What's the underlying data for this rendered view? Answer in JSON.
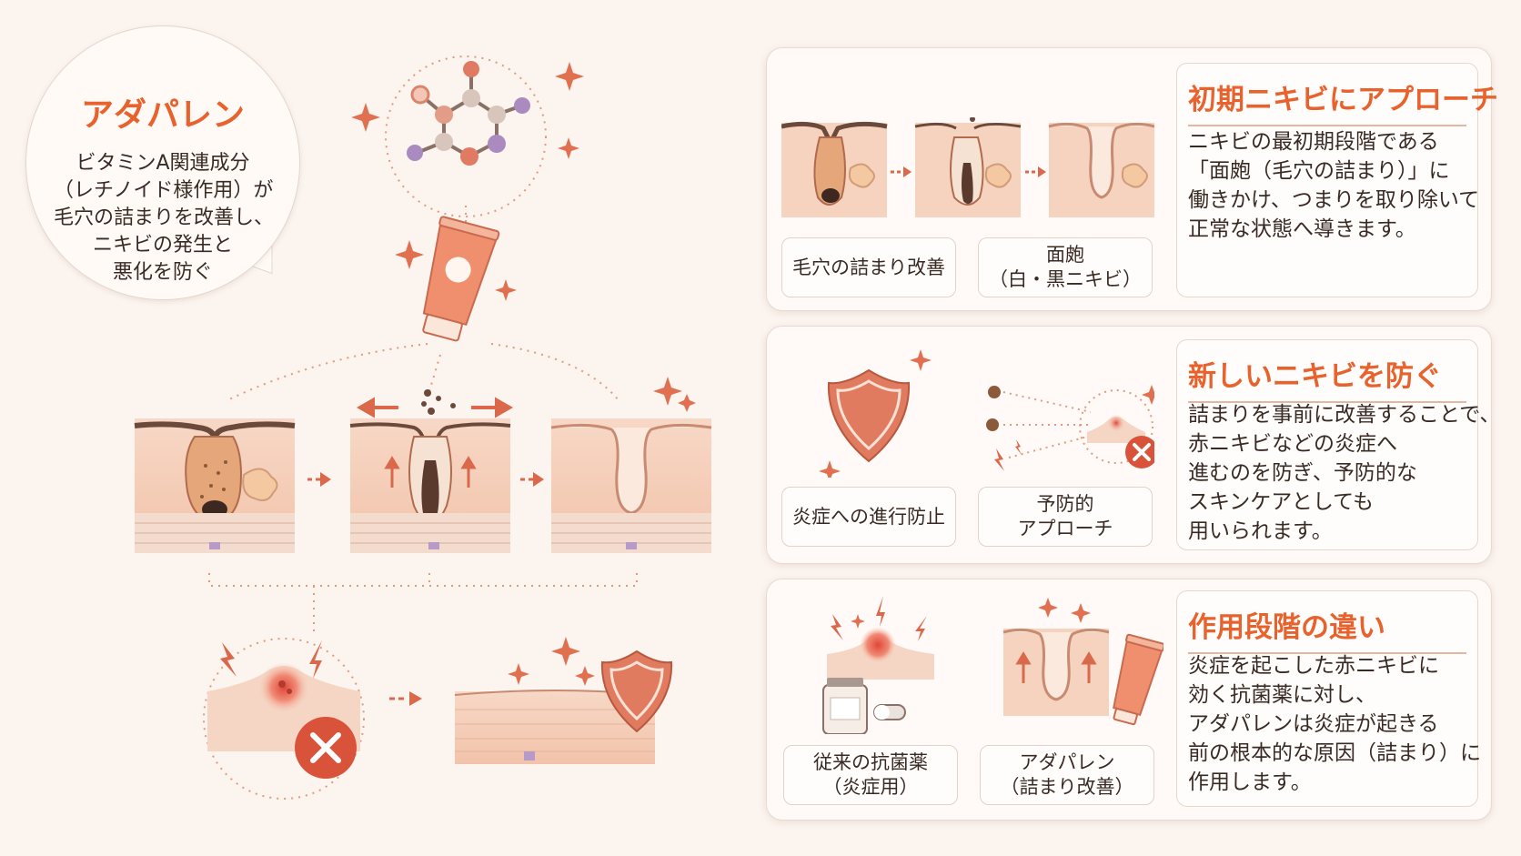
{
  "bubble": {
    "title": "アダパレン",
    "lines": [
      "ビタミンA関連成分",
      "（レチノイド様作用）が",
      "毛穴の詰まりを改善し、",
      "ニキビの発生と",
      "悪化を防ぐ"
    ]
  },
  "panels": [
    {
      "title": "初期ニキビにアプローチ",
      "body": [
        "ニキビの最初期段階である",
        "「面皰（毛穴の詰まり）」に",
        "働きかけ、つまりを取り除いて",
        "正常な状態へ導きます。"
      ],
      "labels": [
        {
          "lines": [
            "毛穴の詰まり改善"
          ]
        },
        {
          "lines": [
            "面皰",
            "（白・黒ニキビ）"
          ]
        }
      ]
    },
    {
      "title": "新しいニキビを防ぐ",
      "body": [
        "詰まりを事前に改善することで、",
        "赤ニキビなどの炎症へ",
        "進むのを防ぎ、予防的な",
        "スキンケアとしても",
        "用いられます。"
      ],
      "labels": [
        {
          "lines": [
            "炎症への進行防止"
          ]
        },
        {
          "lines": [
            "予防的",
            "アプローチ"
          ]
        }
      ]
    },
    {
      "title": "作用段階の違い",
      "body": [
        "炎症を起こした赤ニキビに",
        "効く抗菌薬に対し、",
        "アダパレンは炎症が起きる",
        "前の根本的な原因（詰まり）に",
        "作用します。"
      ],
      "labels": [
        {
          "lines": [
            "従来の抗菌薬",
            "（炎症用）"
          ]
        },
        {
          "lines": [
            "アダパレン",
            "（詰まり改善）"
          ]
        }
      ]
    }
  ],
  "colors": {
    "accent": "#e8622d",
    "skin": "#f6d2bd",
    "skin_dark": "#d98f6e",
    "background": "#fbf4ef",
    "shield": "#e07b5f",
    "molecule_purple": "#a98bbf"
  },
  "icons": [
    "molecule-icon",
    "cream-tube-icon",
    "sparkle-icon",
    "shield-icon",
    "bacteria-icon",
    "lightning-icon",
    "no-cross-icon",
    "medicine-bottle-icon",
    "capsule-icon"
  ]
}
